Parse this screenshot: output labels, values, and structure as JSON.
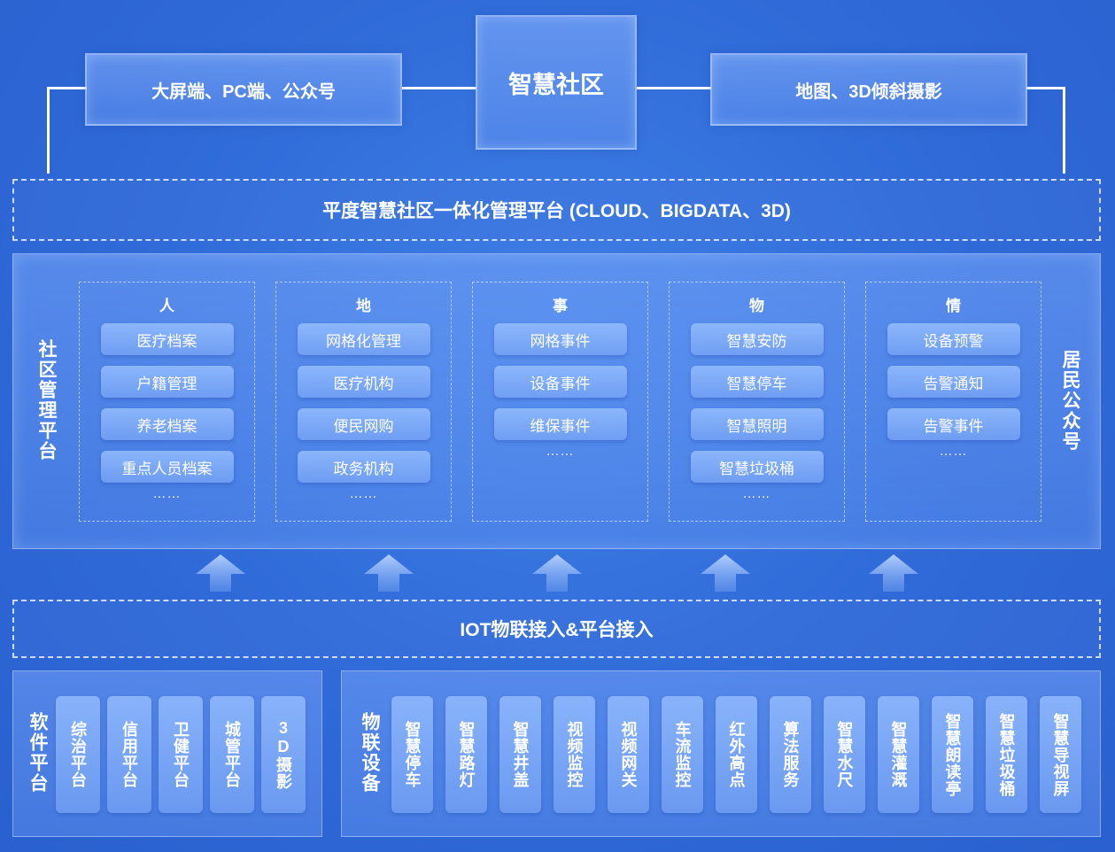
{
  "top": {
    "left_label": "大屏端、PC端、公众号",
    "center_label": "智慧社区",
    "right_label": "地图、3D倾斜摄影"
  },
  "platform_band": "平度智慧社区一体化管理平台 (CLOUD、BIGDATA、3D)",
  "middle": {
    "left_side": "社区管理平台",
    "right_side": "居民公众号",
    "columns": [
      {
        "title": "人",
        "items": [
          "医疗档案",
          "户籍管理",
          "养老档案",
          "重点人员档案"
        ],
        "more": "……"
      },
      {
        "title": "地",
        "items": [
          "网格化管理",
          "医疗机构",
          "便民网购",
          "政务机构"
        ],
        "more": "……"
      },
      {
        "title": "事",
        "items": [
          "网格事件",
          "设备事件",
          "维保事件"
        ],
        "more": "……"
      },
      {
        "title": "物",
        "items": [
          "智慧安防",
          "智慧停车",
          "智慧照明",
          "智慧垃圾桶"
        ],
        "more": "……"
      },
      {
        "title": "情",
        "items": [
          "设备预警",
          "告警通知",
          "告警事件"
        ],
        "more": "……"
      }
    ]
  },
  "iot_band": "IOT物联接入&平台接入",
  "software": {
    "label": "软件平台",
    "items": [
      "综治平台",
      "信用平台",
      "卫健平台",
      "城管平台",
      "3D摄影"
    ]
  },
  "devices": {
    "label": "物联设备",
    "items": [
      "智慧停车",
      "智慧路灯",
      "智慧井盖",
      "视频监控",
      "视频网关",
      "车流监控",
      "红外高点",
      "算法服务",
      "智慧水尺",
      "智慧灌溉",
      "智慧朗读亭",
      "智慧垃圾桶",
      "智慧导视屏"
    ]
  },
  "colors": {
    "background": "#2f6ad8",
    "box": "#7aa6f2",
    "text": "#ffffff"
  }
}
